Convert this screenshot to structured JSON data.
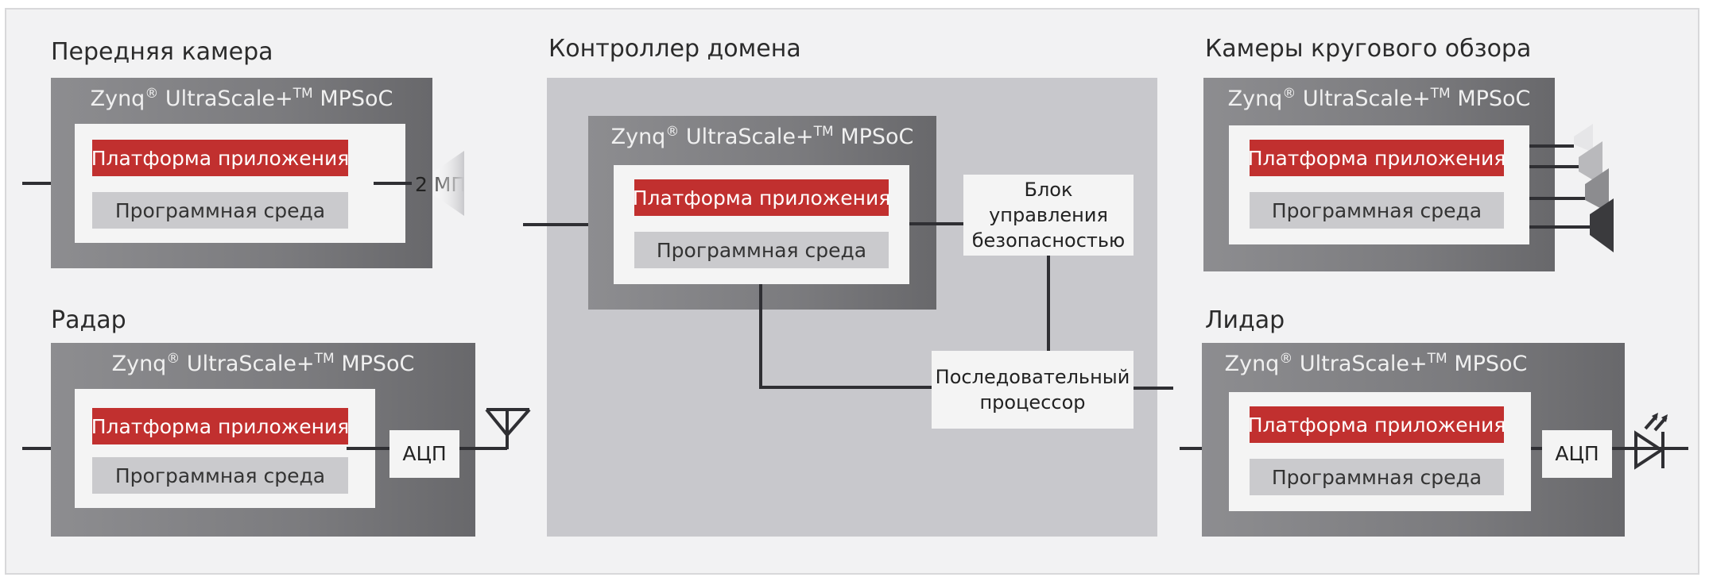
{
  "chip": {
    "prefix": "Zynq",
    "reg": "®",
    "mid": " UltraScale+",
    "tm": "TM",
    "suffix": " MPSoC"
  },
  "front_camera": {
    "title": "Передняя камера",
    "platform": "Платформа приложения",
    "software": "Программная среда",
    "sensor": "2 МП"
  },
  "radar": {
    "title": "Радар",
    "platform": "Платформа приложения",
    "software": "Программная среда",
    "adc": "АЦП"
  },
  "domain_controller": {
    "title": "Контроллер домена",
    "platform": "Платформа приложения",
    "software": "Программная среда",
    "safety": "Блок управления безопасностью",
    "serial": "Последовательный процессор"
  },
  "surround_cameras": {
    "title": "Камеры кругового обзора",
    "platform": "Платформа приложения",
    "software": "Программная среда"
  },
  "lidar": {
    "title": "Лидар",
    "platform": "Платформа приложения",
    "software": "Программная среда",
    "adc": "АЦП"
  },
  "colors": {
    "accent_red": "#c1302f",
    "chip_grey": "#7b7b7e",
    "domain_bg": "#c8c8cc",
    "line": "#2f2f33"
  }
}
